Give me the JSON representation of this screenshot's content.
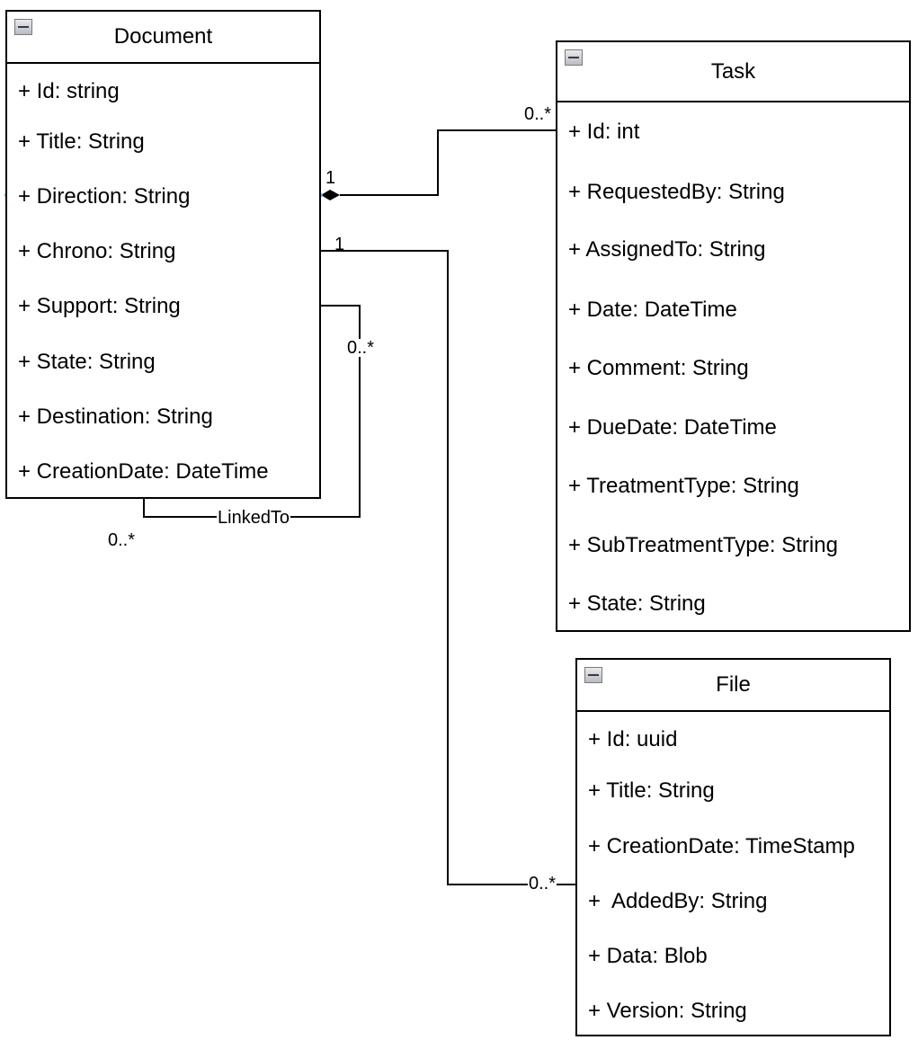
{
  "classes": {
    "document": {
      "name": "Document",
      "attributes": [
        "+ Id: string",
        "+ Title: String",
        "+ Direction: String",
        "+ Chrono: String",
        "+ Support: String",
        "+ State: String",
        "+ Destination: String",
        "+ CreationDate: DateTime"
      ]
    },
    "task": {
      "name": "Task",
      "attributes": [
        "+ Id: int",
        "+ RequestedBy: String",
        "+ AssignedTo: String",
        "+ Date: DateTime",
        "+ Comment: String",
        "+ DueDate: DateTime",
        "+ TreatmentType: String",
        "+ SubTreatmentType: String",
        "+ State: String"
      ]
    },
    "file": {
      "name": "File",
      "attributes": [
        "+ Id: uuid",
        "+ Title: String",
        "+ CreationDate: TimeStamp",
        "+  AddedBy: String",
        "+ Data: Blob",
        "+ Version: String"
      ]
    }
  },
  "associations": {
    "document_task": {
      "source_multiplicity": "1",
      "target_multiplicity": "0..*"
    },
    "document_file": {
      "source_multiplicity": "1",
      "target_multiplicity": "0..*"
    },
    "document_linked": {
      "label": "LinkedTo",
      "source_multiplicity": "0..*",
      "target_multiplicity": "0..*"
    }
  },
  "icons": {
    "class_header": "collapse-minus-icon"
  },
  "colors": {
    "line": "#000000",
    "connector_point": "#4fb3e0"
  }
}
